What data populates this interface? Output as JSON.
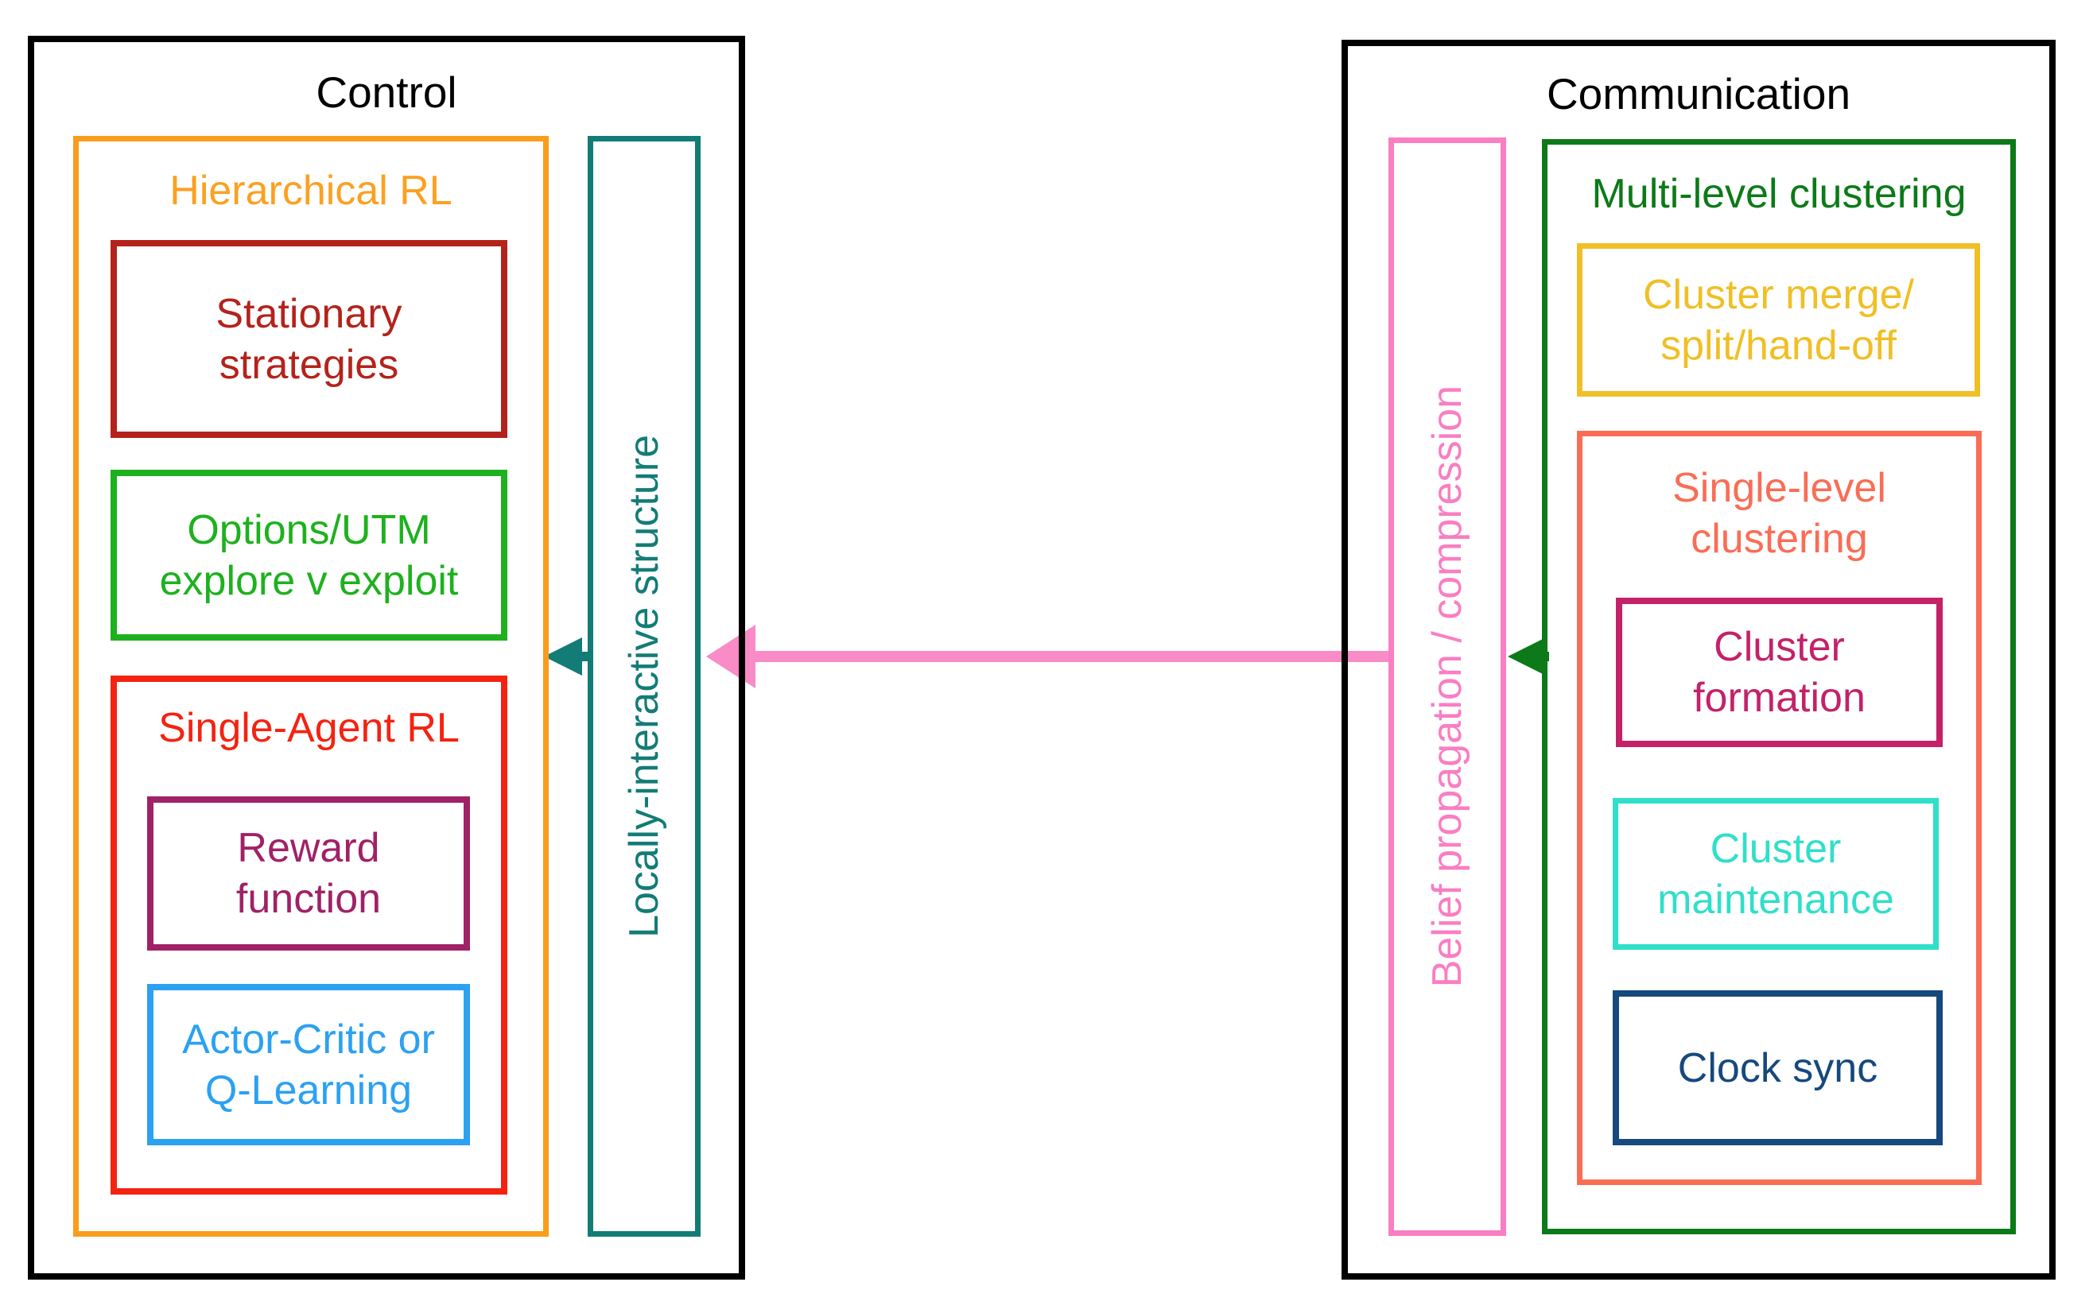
{
  "colors": {
    "outer_border": "#000000",
    "orange": "#f99d1c",
    "dark_red": "#b3231b",
    "bright_green": "#1eb11e",
    "red": "#f42311",
    "purple": "#a02166",
    "light_blue": "#2ba1f2",
    "teal": "#137c76",
    "pink": "#f97ec2",
    "forest_green": "#0c7a18",
    "yellow": "#f0bf25",
    "salmon": "#fa6d55",
    "magenta": "#c42169",
    "turquoise": "#30dfc9",
    "navy": "#16497d"
  },
  "control": {
    "title": "Control",
    "hierarchical_title": "Hierarchical RL",
    "stationary": [
      "Stationary",
      "strategies"
    ],
    "options": [
      "Options/UTM",
      "explore v exploit"
    ],
    "single_agent_title": "Single-Agent RL",
    "reward": [
      "Reward",
      "function"
    ],
    "actor": [
      "Actor-Critic or",
      "Q-Learning"
    ],
    "locally_interactive": "Locally-interactive structure"
  },
  "communication": {
    "title": "Communication",
    "belief": "Belief propagation / compression",
    "multilevel_title": "Multi-level clustering",
    "cluster_merge": [
      "Cluster merge/",
      "split/hand-off"
    ],
    "single_level": [
      "Single-level",
      "clustering"
    ],
    "cluster_formation": [
      "Cluster",
      "formation"
    ],
    "cluster_maintenance": [
      "Cluster",
      "maintenance"
    ],
    "clock_sync": "Clock sync"
  },
  "arrows": {
    "pink": "belief-propagation to locally-interactive-structure",
    "teal": "locally-interactive-structure to hierarchical-rl",
    "green": "multi-level-clustering to belief-propagation"
  }
}
